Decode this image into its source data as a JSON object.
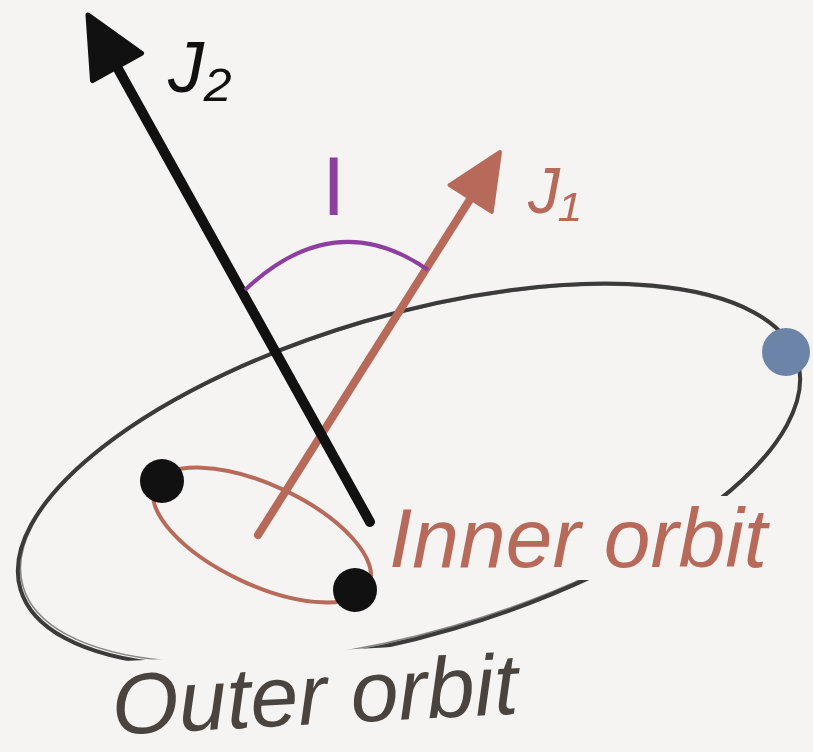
{
  "diagram": {
    "labels": [
      "J₂",
      "I",
      "J₁",
      "Inner orbit",
      "Outer orbit"
    ]
  }
}
